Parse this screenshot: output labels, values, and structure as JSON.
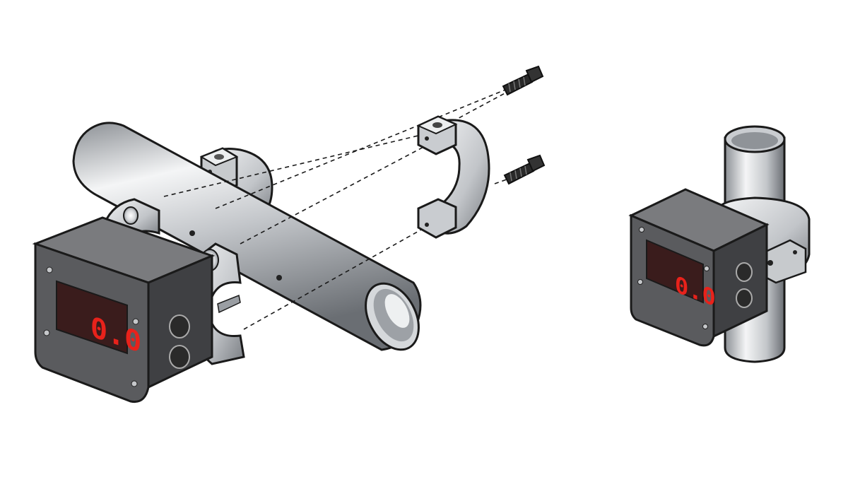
{
  "illustration": {
    "exploded_assembly": {
      "display_reading": "0.0",
      "parts": [
        "pipe",
        "rear-half-clamp",
        "front-clamp",
        "display-module",
        "screw-top",
        "screw-bottom"
      ]
    },
    "mounted_assembly": {
      "display_reading": "0.0",
      "parts": [
        "vertical-pipe",
        "clamp-ring",
        "display-module"
      ]
    }
  },
  "colors": {
    "outline": "#1a1a1a",
    "metal_light": "#f2f3f4",
    "metal_mid": "#b9bcc0",
    "metal_dark": "#6e7277",
    "box_front": "#5a5b5e",
    "box_top": "#7a7b7e",
    "box_side": "#3f4043",
    "display_bg": "#3a1c1c",
    "display_digits": "#e8221b",
    "screw": "#2a2a2a"
  }
}
